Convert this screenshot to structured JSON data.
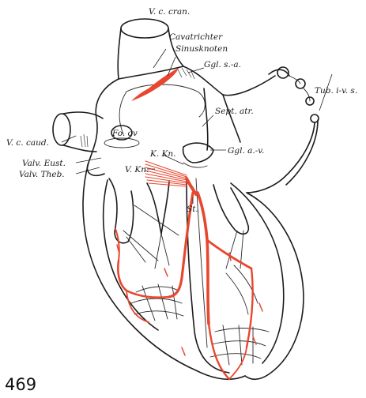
{
  "figure_number": "469",
  "labels": {
    "vc_cran": "V. c. cran.",
    "cavatrichter": "Cavatrichter",
    "sinusknoten": "Sinusknoten",
    "ggl_sa": "Ggl. s.-a.",
    "tub_iv": "Tub. i-v. s.",
    "sept_atr": "Sept. atr.",
    "vc_caud": "V. c. caud.",
    "fo_ov": "Fo. ov",
    "k_kn": "K. Kn.",
    "ggl_av": "Ggl. a.-v.",
    "valv_eust": "Valv. Eust.",
    "valv_theb": "Valv. Theb.",
    "v_kn": "V. Kn.",
    "st": "St."
  },
  "colors": {
    "conduction_system": "#e8472f",
    "outline": "#1c1c1c"
  }
}
